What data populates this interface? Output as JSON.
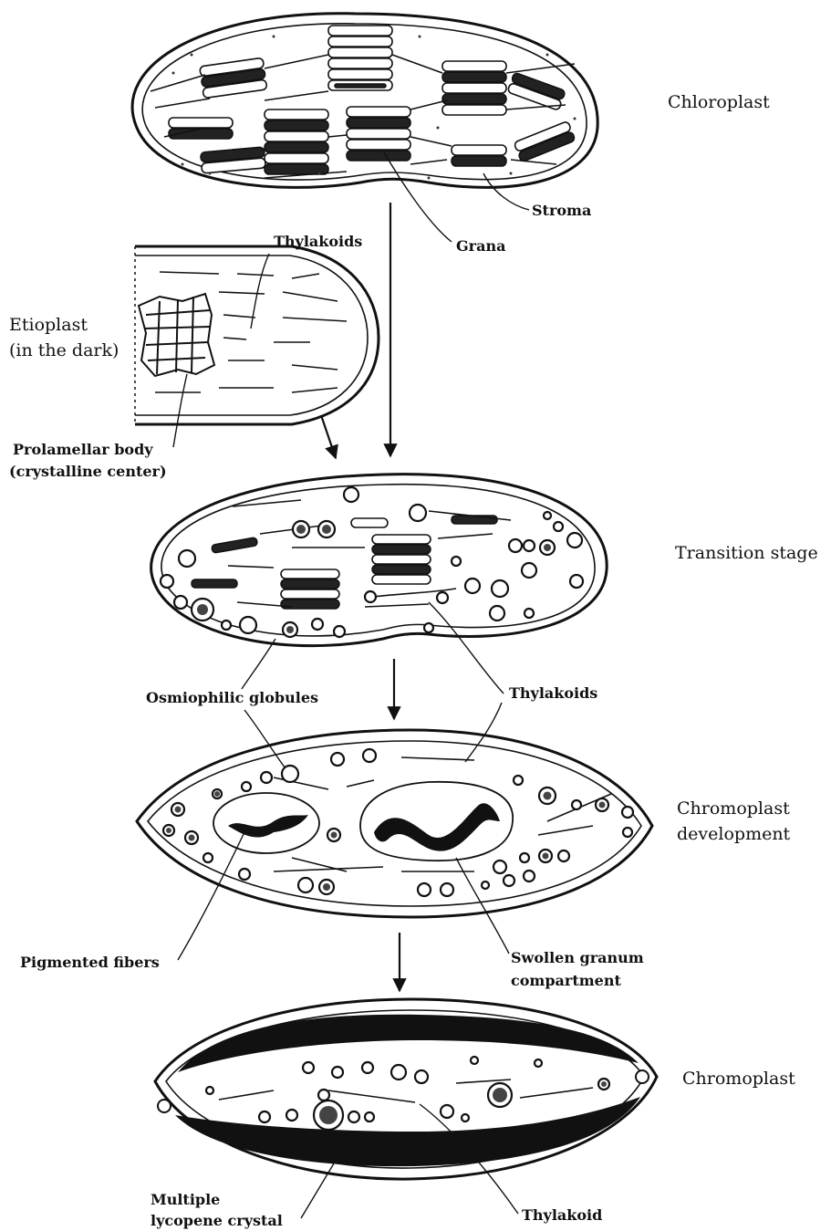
{
  "labels": {
    "chloroplast": "Chloroplast",
    "stroma": "Stroma",
    "grana": "Grana",
    "thylakoids_top": "Thylakoids",
    "etioplast_line1": "Etioplast",
    "etioplast_line2": "(in the dark)",
    "prolamellar_line1": "Prolamellar body",
    "prolamellar_line2": "(crystalline center)",
    "transition_stage": "Transition stage",
    "osmiophilic_globules": "Osmiophilic globules",
    "thylakoids_mid": "Thylakoids",
    "chromoplast_dev_line1": "Chromoplast",
    "chromoplast_dev_line2": "development",
    "pigmented_fibers": "Pigmented fibers",
    "swollen_line1": "Swollen granum",
    "swollen_line2": "compartment",
    "chromoplast": "Chromoplast",
    "lycopene_line1": "Multiple",
    "lycopene_line2": "lycopene crystal",
    "thylakoid_bottom": "Thylakoid"
  },
  "colors": {
    "ink": "#111111",
    "background": "#ffffff"
  }
}
